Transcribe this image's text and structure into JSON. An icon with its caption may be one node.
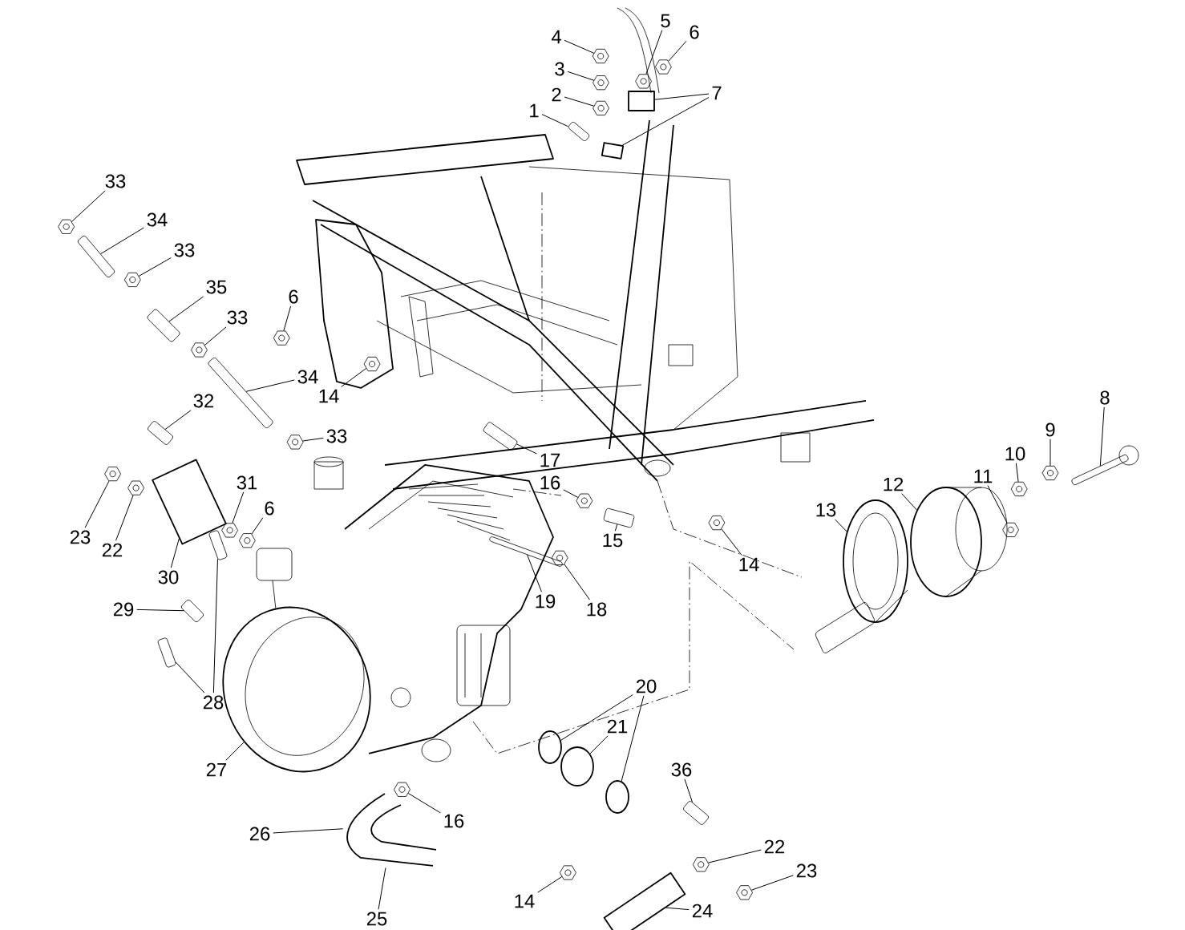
{
  "diagram": {
    "nodes": [
      {
        "text": [
          "5"
        ]
      },
      {
        "text": [
          "6"
        ]
      },
      {
        "text": [
          "4"
        ]
      },
      {
        "text": [
          "3"
        ]
      },
      {
        "text": [
          "7"
        ]
      },
      {
        "text": [
          "2"
        ]
      },
      {
        "text": [
          "1"
        ]
      },
      {
        "text": [
          "33"
        ]
      },
      {
        "text": [
          "34"
        ]
      },
      {
        "text": [
          "33"
        ]
      },
      {
        "text": [
          "35"
        ]
      },
      {
        "text": [
          "6"
        ]
      },
      {
        "text": [
          "33"
        ]
      },
      {
        "text": [
          "34"
        ]
      },
      {
        "text": [
          "14"
        ]
      },
      {
        "text": [
          "32"
        ]
      },
      {
        "text": [
          "8"
        ]
      },
      {
        "text": [
          "9"
        ]
      },
      {
        "text": [
          "33"
        ]
      },
      {
        "text": [
          "10"
        ]
      },
      {
        "text": [
          "17"
        ]
      },
      {
        "text": [
          "11"
        ]
      },
      {
        "text": [
          "16"
        ]
      },
      {
        "text": [
          "12"
        ]
      },
      {
        "text": [
          "31"
        ]
      },
      {
        "text": [
          "6"
        ]
      },
      {
        "text": [
          "13"
        ]
      },
      {
        "text": [
          "23"
        ]
      },
      {
        "text": [
          "15"
        ]
      },
      {
        "text": [
          "22"
        ]
      },
      {
        "text": [
          "14"
        ]
      },
      {
        "text": [
          "30"
        ]
      },
      {
        "text": [
          "19"
        ]
      },
      {
        "text": [
          "18"
        ]
      },
      {
        "text": [
          "29"
        ]
      },
      {
        "text": [
          "20"
        ]
      },
      {
        "text": [
          "28"
        ]
      },
      {
        "text": [
          "21"
        ]
      },
      {
        "text": [
          "27"
        ]
      },
      {
        "text": [
          "36"
        ]
      },
      {
        "text": [
          "16"
        ]
      },
      {
        "text": [
          "26"
        ]
      },
      {
        "text": [
          "22"
        ]
      },
      {
        "text": [
          "23"
        ]
      },
      {
        "text": [
          "14"
        ]
      },
      {
        "text": [
          "24"
        ]
      },
      {
        "text": [
          "25"
        ]
      },
      {
        "text": [],
        "shape": "hexagon"
      },
      {
        "text": [],
        "shape": "hexagon"
      },
      {
        "text": [],
        "shape": "hexagon"
      },
      {
        "text": [],
        "shape": "hexagon"
      },
      {
        "text": [],
        "shape": "box"
      },
      {
        "text": [],
        "shape": "box"
      },
      {
        "text": [],
        "shape": "hexagon"
      },
      {
        "text": [],
        "shape": "bar"
      },
      {
        "text": [],
        "shape": "hexagon"
      },
      {
        "text": [],
        "shape": "bar"
      },
      {
        "text": [],
        "shape": "hexagon"
      },
      {
        "text": [],
        "shape": "bar"
      },
      {
        "text": [],
        "shape": "hexagon"
      },
      {
        "text": [],
        "shape": "hexagon"
      },
      {
        "text": [],
        "shape": "bar"
      },
      {
        "text": [],
        "shape": "hexagon"
      },
      {
        "text": [],
        "shape": "bar"
      },
      {
        "text": [],
        "shape": "bar"
      },
      {
        "text": [],
        "shape": "hexagon"
      },
      {
        "text": [],
        "shape": "hexagon"
      },
      {
        "text": [],
        "shape": "hexagon"
      },
      {
        "text": [],
        "shape": "bar"
      },
      {
        "text": [],
        "shape": "hexagon"
      },
      {
        "text": [],
        "shape": "hexagon"
      },
      {
        "text": [],
        "shape": "ellipse"
      },
      {
        "text": [],
        "shape": "hexagon"
      },
      {
        "text": [],
        "shape": "hexagon"
      },
      {
        "text": [],
        "shape": "ellipse"
      },
      {
        "text": [],
        "shape": "hexagon"
      },
      {
        "text": [],
        "shape": "bar"
      },
      {
        "text": [],
        "shape": "hexagon"
      },
      {
        "text": [],
        "shape": "hexagon"
      },
      {
        "text": [],
        "shape": "box"
      },
      {
        "text": [],
        "shape": "bar"
      },
      {
        "text": [],
        "shape": "hexagon"
      },
      {
        "text": [],
        "shape": "bar"
      },
      {
        "text": [],
        "shape": "ellipse"
      },
      {
        "text": [],
        "shape": "ellipse"
      },
      {
        "text": [],
        "shape": "bar"
      },
      {
        "text": [],
        "shape": "bar"
      },
      {
        "text": [],
        "shape": "ellipse"
      },
      {
        "text": [],
        "shape": "ellipse"
      },
      {
        "text": [],
        "shape": "bar"
      },
      {
        "text": [],
        "shape": "hexagon"
      },
      {
        "text": [],
        "shape": "picture"
      },
      {
        "text": [],
        "shape": "hexagon"
      },
      {
        "text": [],
        "shape": "hexagon"
      },
      {
        "text": [],
        "shape": "hexagon"
      },
      {
        "text": [],
        "shape": "box"
      }
    ],
    "edges": [
      {
        "from": 0,
        "to": 47,
        "arrow": "none"
      },
      {
        "from": 1,
        "to": 48,
        "arrow": "none"
      },
      {
        "from": 2,
        "to": 49,
        "arrow": "none"
      },
      {
        "from": 3,
        "to": 50,
        "arrow": "none"
      },
      {
        "from": 4,
        "to": 51,
        "arrow": "none"
      },
      {
        "from": 4,
        "to": 52,
        "arrow": "none"
      },
      {
        "from": 5,
        "to": 53,
        "arrow": "none"
      },
      {
        "from": 6,
        "to": 54,
        "arrow": "none"
      },
      {
        "from": 7,
        "to": 55,
        "arrow": "none"
      },
      {
        "from": 8,
        "to": 56,
        "arrow": "none"
      },
      {
        "from": 9,
        "to": 57,
        "arrow": "none"
      },
      {
        "from": 10,
        "to": 58,
        "arrow": "none"
      },
      {
        "from": 11,
        "to": 59,
        "arrow": "none"
      },
      {
        "from": 12,
        "to": 60,
        "arrow": "none"
      },
      {
        "from": 13,
        "to": 61,
        "arrow": "none"
      },
      {
        "from": 14,
        "to": 62,
        "arrow": "none"
      },
      {
        "from": 15,
        "to": 63,
        "arrow": "none"
      },
      {
        "from": 16,
        "to": 64,
        "arrow": "none"
      },
      {
        "from": 17,
        "to": 65,
        "arrow": "none"
      },
      {
        "from": 18,
        "to": 66,
        "arrow": "none"
      },
      {
        "from": 19,
        "to": 67,
        "arrow": "none"
      },
      {
        "from": 20,
        "to": 68,
        "arrow": "none"
      },
      {
        "from": 21,
        "to": 69,
        "arrow": "none"
      },
      {
        "from": 22,
        "to": 70,
        "arrow": "none"
      },
      {
        "from": 23,
        "to": 71,
        "arrow": "none"
      },
      {
        "from": 24,
        "to": 72,
        "arrow": "none"
      },
      {
        "from": 25,
        "to": 73,
        "arrow": "none"
      },
      {
        "from": 26,
        "to": 74,
        "arrow": "none"
      },
      {
        "from": 27,
        "to": 75,
        "arrow": "none"
      },
      {
        "from": 28,
        "to": 76,
        "arrow": "none"
      },
      {
        "from": 29,
        "to": 77,
        "arrow": "none"
      },
      {
        "from": 30,
        "to": 78,
        "arrow": "none"
      },
      {
        "from": 31,
        "to": 79,
        "arrow": "none"
      },
      {
        "from": 32,
        "to": 80,
        "arrow": "none"
      },
      {
        "from": 33,
        "to": 81,
        "arrow": "none"
      },
      {
        "from": 34,
        "to": 82,
        "arrow": "none"
      },
      {
        "from": 35,
        "to": 83,
        "arrow": "none"
      },
      {
        "from": 35,
        "to": 84,
        "arrow": "none"
      },
      {
        "from": 36,
        "to": 85,
        "arrow": "none"
      },
      {
        "from": 36,
        "to": 86,
        "arrow": "none"
      },
      {
        "from": 37,
        "to": 87,
        "arrow": "none"
      },
      {
        "from": 38,
        "to": 88,
        "arrow": "none"
      },
      {
        "from": 39,
        "to": 89,
        "arrow": "none"
      },
      {
        "from": 40,
        "to": 90,
        "arrow": "none"
      },
      {
        "from": 41,
        "to": 91,
        "arrow": "none"
      },
      {
        "from": 42,
        "to": 92,
        "arrow": "none"
      },
      {
        "from": 43,
        "to": 93,
        "arrow": "none"
      },
      {
        "from": 44,
        "to": 94,
        "arrow": "none"
      },
      {
        "from": 45,
        "to": 95,
        "arrow": "none"
      },
      {
        "from": 46,
        "to": 91,
        "arrow": "none"
      }
    ]
  }
}
